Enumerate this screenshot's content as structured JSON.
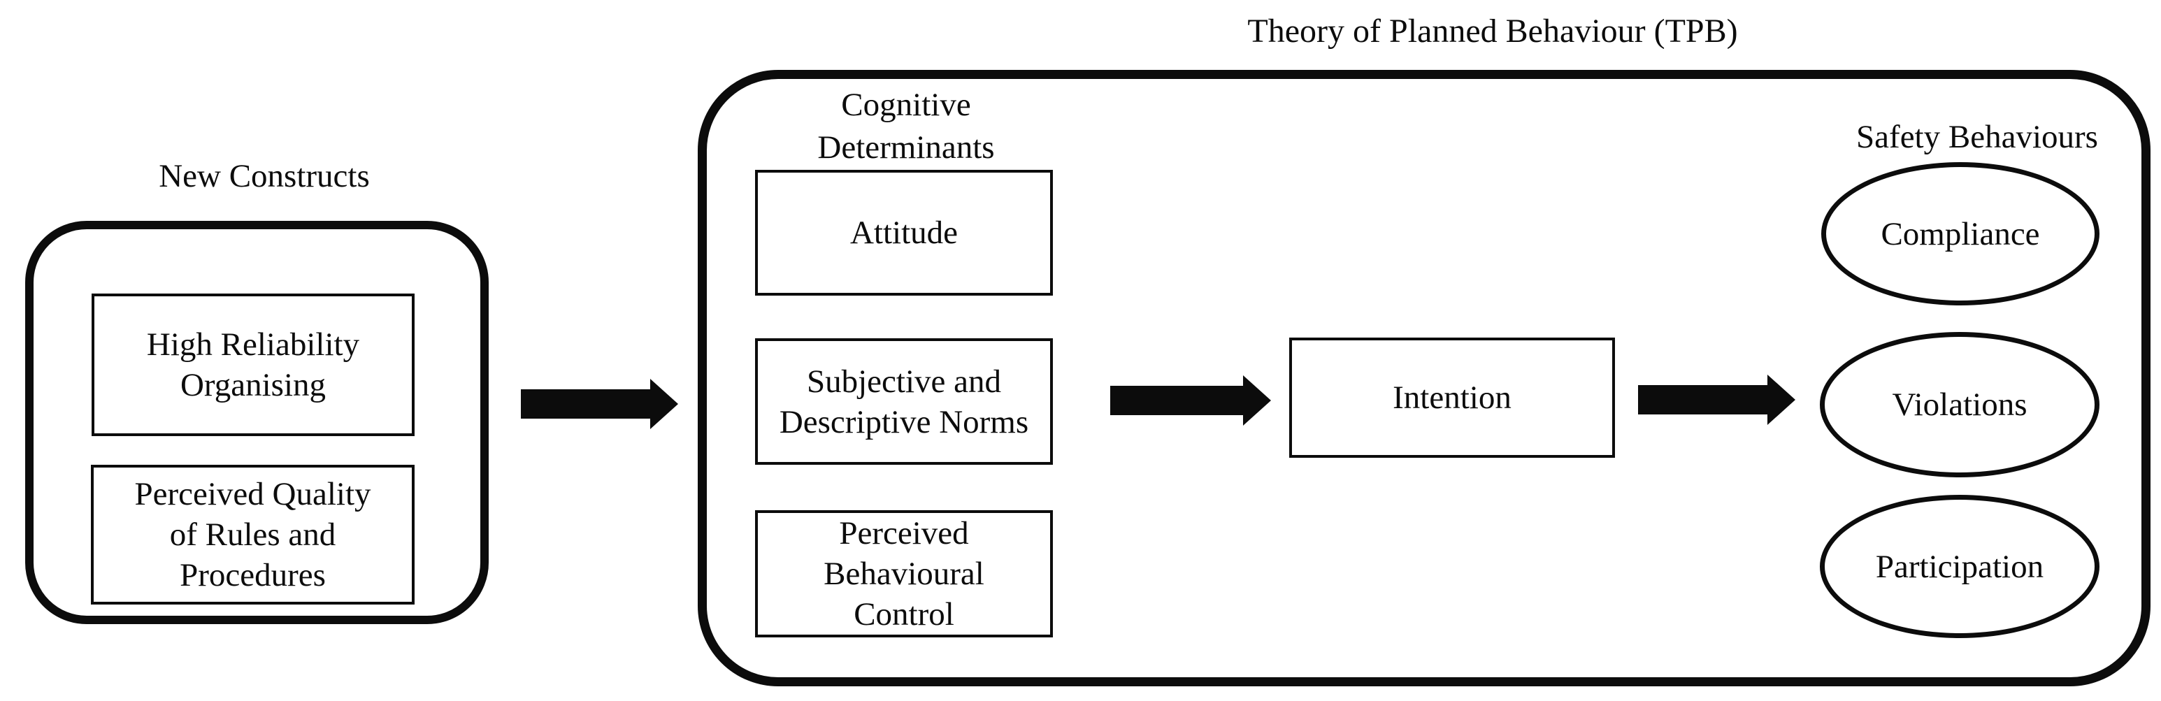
{
  "canvas": {
    "background_color": "#ffffff",
    "ink_color": "#0c0c0c"
  },
  "new_constructs": {
    "label": "New Constructs",
    "high_reliability_box": {
      "lines": [
        "High Reliability",
        "Organising"
      ]
    },
    "perceived_quality_box": {
      "lines": [
        "Perceived Quality",
        "of Rules and",
        "Procedures"
      ]
    }
  },
  "arrows": {
    "new_constructs_to_tpb": "right-arrow",
    "norms_to_intention": "right-arrow",
    "intention_to_behaviours": "right-arrow"
  },
  "tpb": {
    "title": "Theory of Planned Behaviour (TPB)",
    "cognitive_determinants": {
      "label_lines": [
        "Cognitive",
        "Determinants"
      ],
      "attitude_box": {
        "label": "Attitude"
      },
      "subjective_norms_box": {
        "lines": [
          "Subjective and",
          "Descriptive Norms"
        ]
      },
      "perceived_control_box": {
        "lines": [
          "Perceived",
          "Behavioural",
          "Control"
        ]
      }
    },
    "intention_box": {
      "label": "Intention"
    },
    "safety_behaviours": {
      "label": "Safety Behaviours",
      "compliance_ellipse": {
        "label": "Compliance"
      },
      "violations_ellipse": {
        "label": "Violations"
      },
      "participation_ellipse": {
        "label": "Participation"
      }
    }
  }
}
